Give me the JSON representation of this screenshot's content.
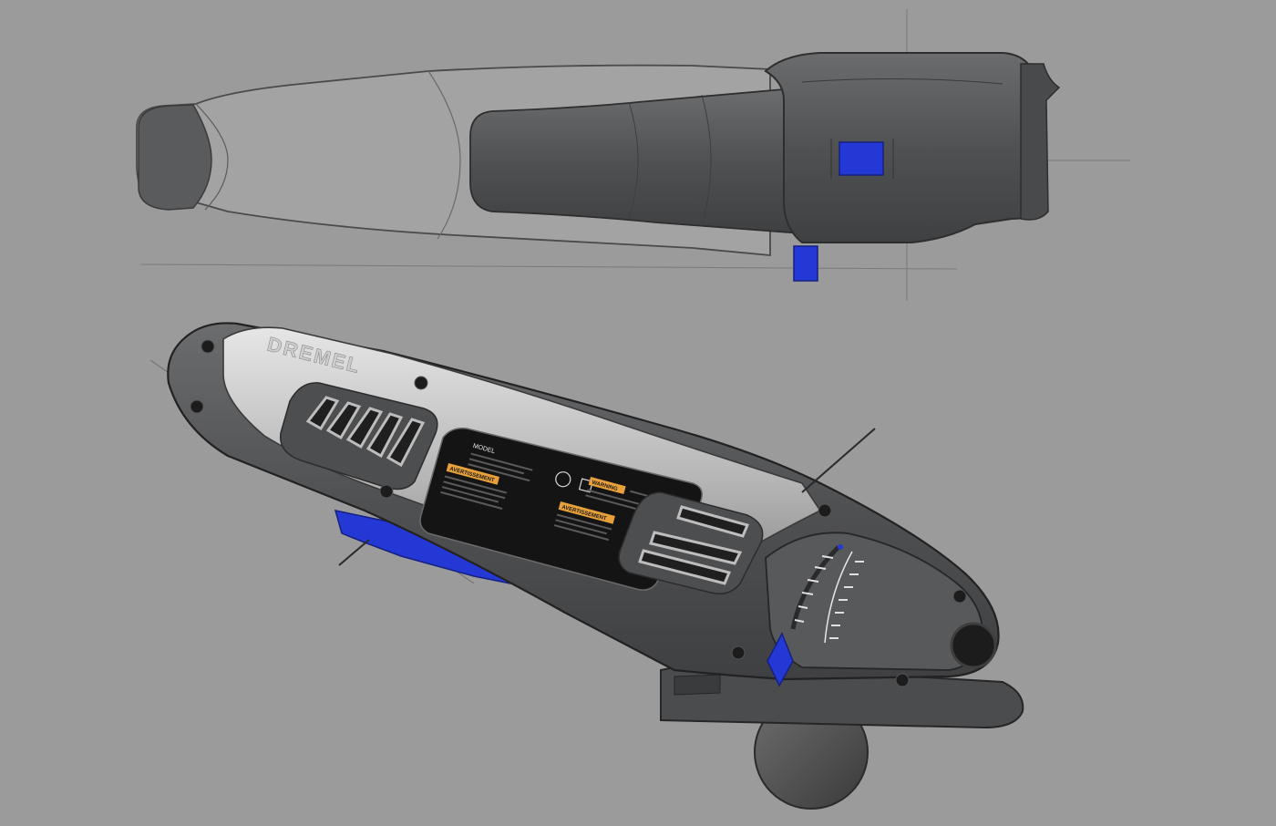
{
  "sketch": {
    "brand": "DREMEL",
    "colors": {
      "background": "#9b9b9b",
      "body_dark": "#545557",
      "body_light": "#b8b8b8",
      "accent_blue": "#2438d6",
      "warning_orange": "#e8a13a",
      "label_black": "#141414"
    },
    "label": {
      "model_line": "MODEL",
      "warning_left": "AVERTISSEMENT",
      "warning_right": "WARNING",
      "warning_bottom": "AVERTISSEMENT"
    }
  }
}
